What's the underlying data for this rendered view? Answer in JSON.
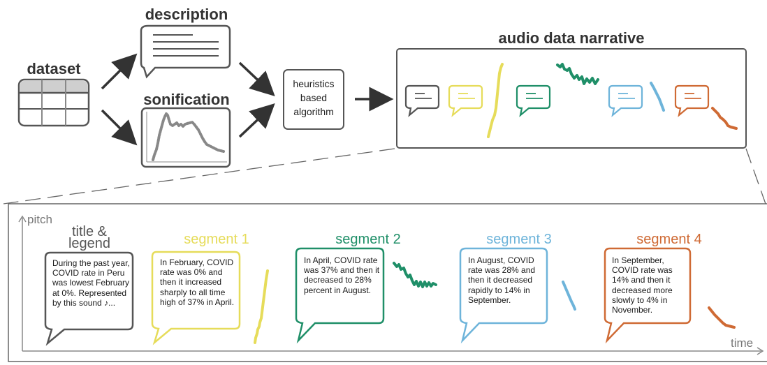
{
  "labels": {
    "dataset": "dataset",
    "description": "description",
    "sonification": "sonification",
    "algorithm": [
      "heuristics",
      "based",
      "algorithm"
    ],
    "narrative": "audio data narrative",
    "pitch": "pitch",
    "time": "time",
    "title_legend": [
      "title &",
      "legend"
    ]
  },
  "segments": [
    {
      "label": "segment 1",
      "color": "#e6dc5a",
      "text": "In February, COVID rate was 0% and then it increased sharply to all time high of 37% in April."
    },
    {
      "label": "segment 2",
      "color": "#1f8f68",
      "text": "In April, COVID rate was 37% and then it decreased to 28%  percent in August."
    },
    {
      "label": "segment 3",
      "color": "#6eb4da",
      "text": "In August, COVID rate was 28% and then it decreased rapidly to 14% in September."
    },
    {
      "label": "segment 4",
      "color": "#cf6a34",
      "text": "In September, COVID rate was 14% and then it decreased more slowly to 4% in November."
    }
  ],
  "title_legend_text": "During the past year, COVID rate in Peru was lowest February at 0%. Represented by this sound ♪...",
  "colors": {
    "stroke": "#555555",
    "dark": "#333333",
    "title_color": "#444444"
  }
}
